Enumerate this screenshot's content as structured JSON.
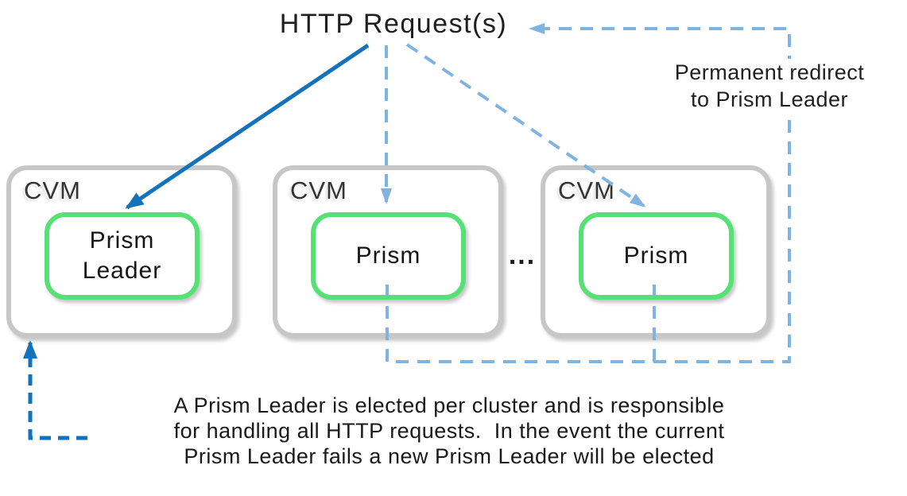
{
  "title": {
    "text": "HTTP Request(s)"
  },
  "redirect_note": {
    "text": "Permanent redirect to Prism Leader",
    "lines": [
      "Permanent redirect",
      "to Prism Leader"
    ]
  },
  "cvm_boxes": [
    {
      "label": "CVM",
      "node": "Prism Leader"
    },
    {
      "label": "CVM",
      "node": "Prism"
    },
    {
      "label": "CVM",
      "node": "Prism"
    }
  ],
  "ellipsis": "...",
  "caption": {
    "lines": [
      "A Prism Leader is elected per cluster and is responsible",
      "for handling all HTTP requests.  In the event the current",
      "Prism Leader fails a new Prism Leader will be elected"
    ]
  },
  "colors": {
    "solid_arrow_blue": "#1472ba",
    "dashed_arrow_blue": "#7fb3e0",
    "elbow_arrow_blue": "#1472ba",
    "box_border_gray": "#c7c7c7",
    "node_border_green": "#55e174"
  }
}
